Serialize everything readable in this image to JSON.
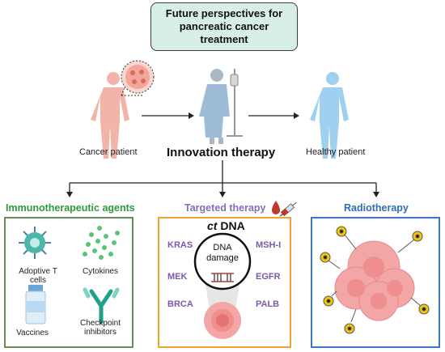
{
  "title": "Future perspectives for pancreatic cancer treatment",
  "flow": {
    "left_label": "Cancer patient",
    "center_label": "Innovation therapy",
    "right_label": "Healthy patient"
  },
  "sections": {
    "immuno": {
      "title": "Immunotherapeutic agents",
      "items": [
        "Adoptive T cells",
        "Cytokines",
        "Vaccines",
        "Checkpoint inhibitors"
      ],
      "color": "#2e9a3a"
    },
    "targeted": {
      "title": "Targeted therapy",
      "ct_prefix": "ct",
      "ct_suffix": " DNA",
      "center_text": "DNA damage",
      "left_genes": [
        "KRAS",
        "MEK",
        "BRCA"
      ],
      "right_genes": [
        "MSH-I",
        "EGFR",
        "PALB"
      ],
      "color": "#8a6bb8"
    },
    "radio": {
      "title": "Radiotherapy",
      "color": "#2f6db5"
    }
  },
  "colors": {
    "panel_immuno": "#6a8e5a",
    "panel_targeted": "#f0a030",
    "panel_radio": "#3b78c0",
    "cell_pink": "#f2a6a6"
  }
}
